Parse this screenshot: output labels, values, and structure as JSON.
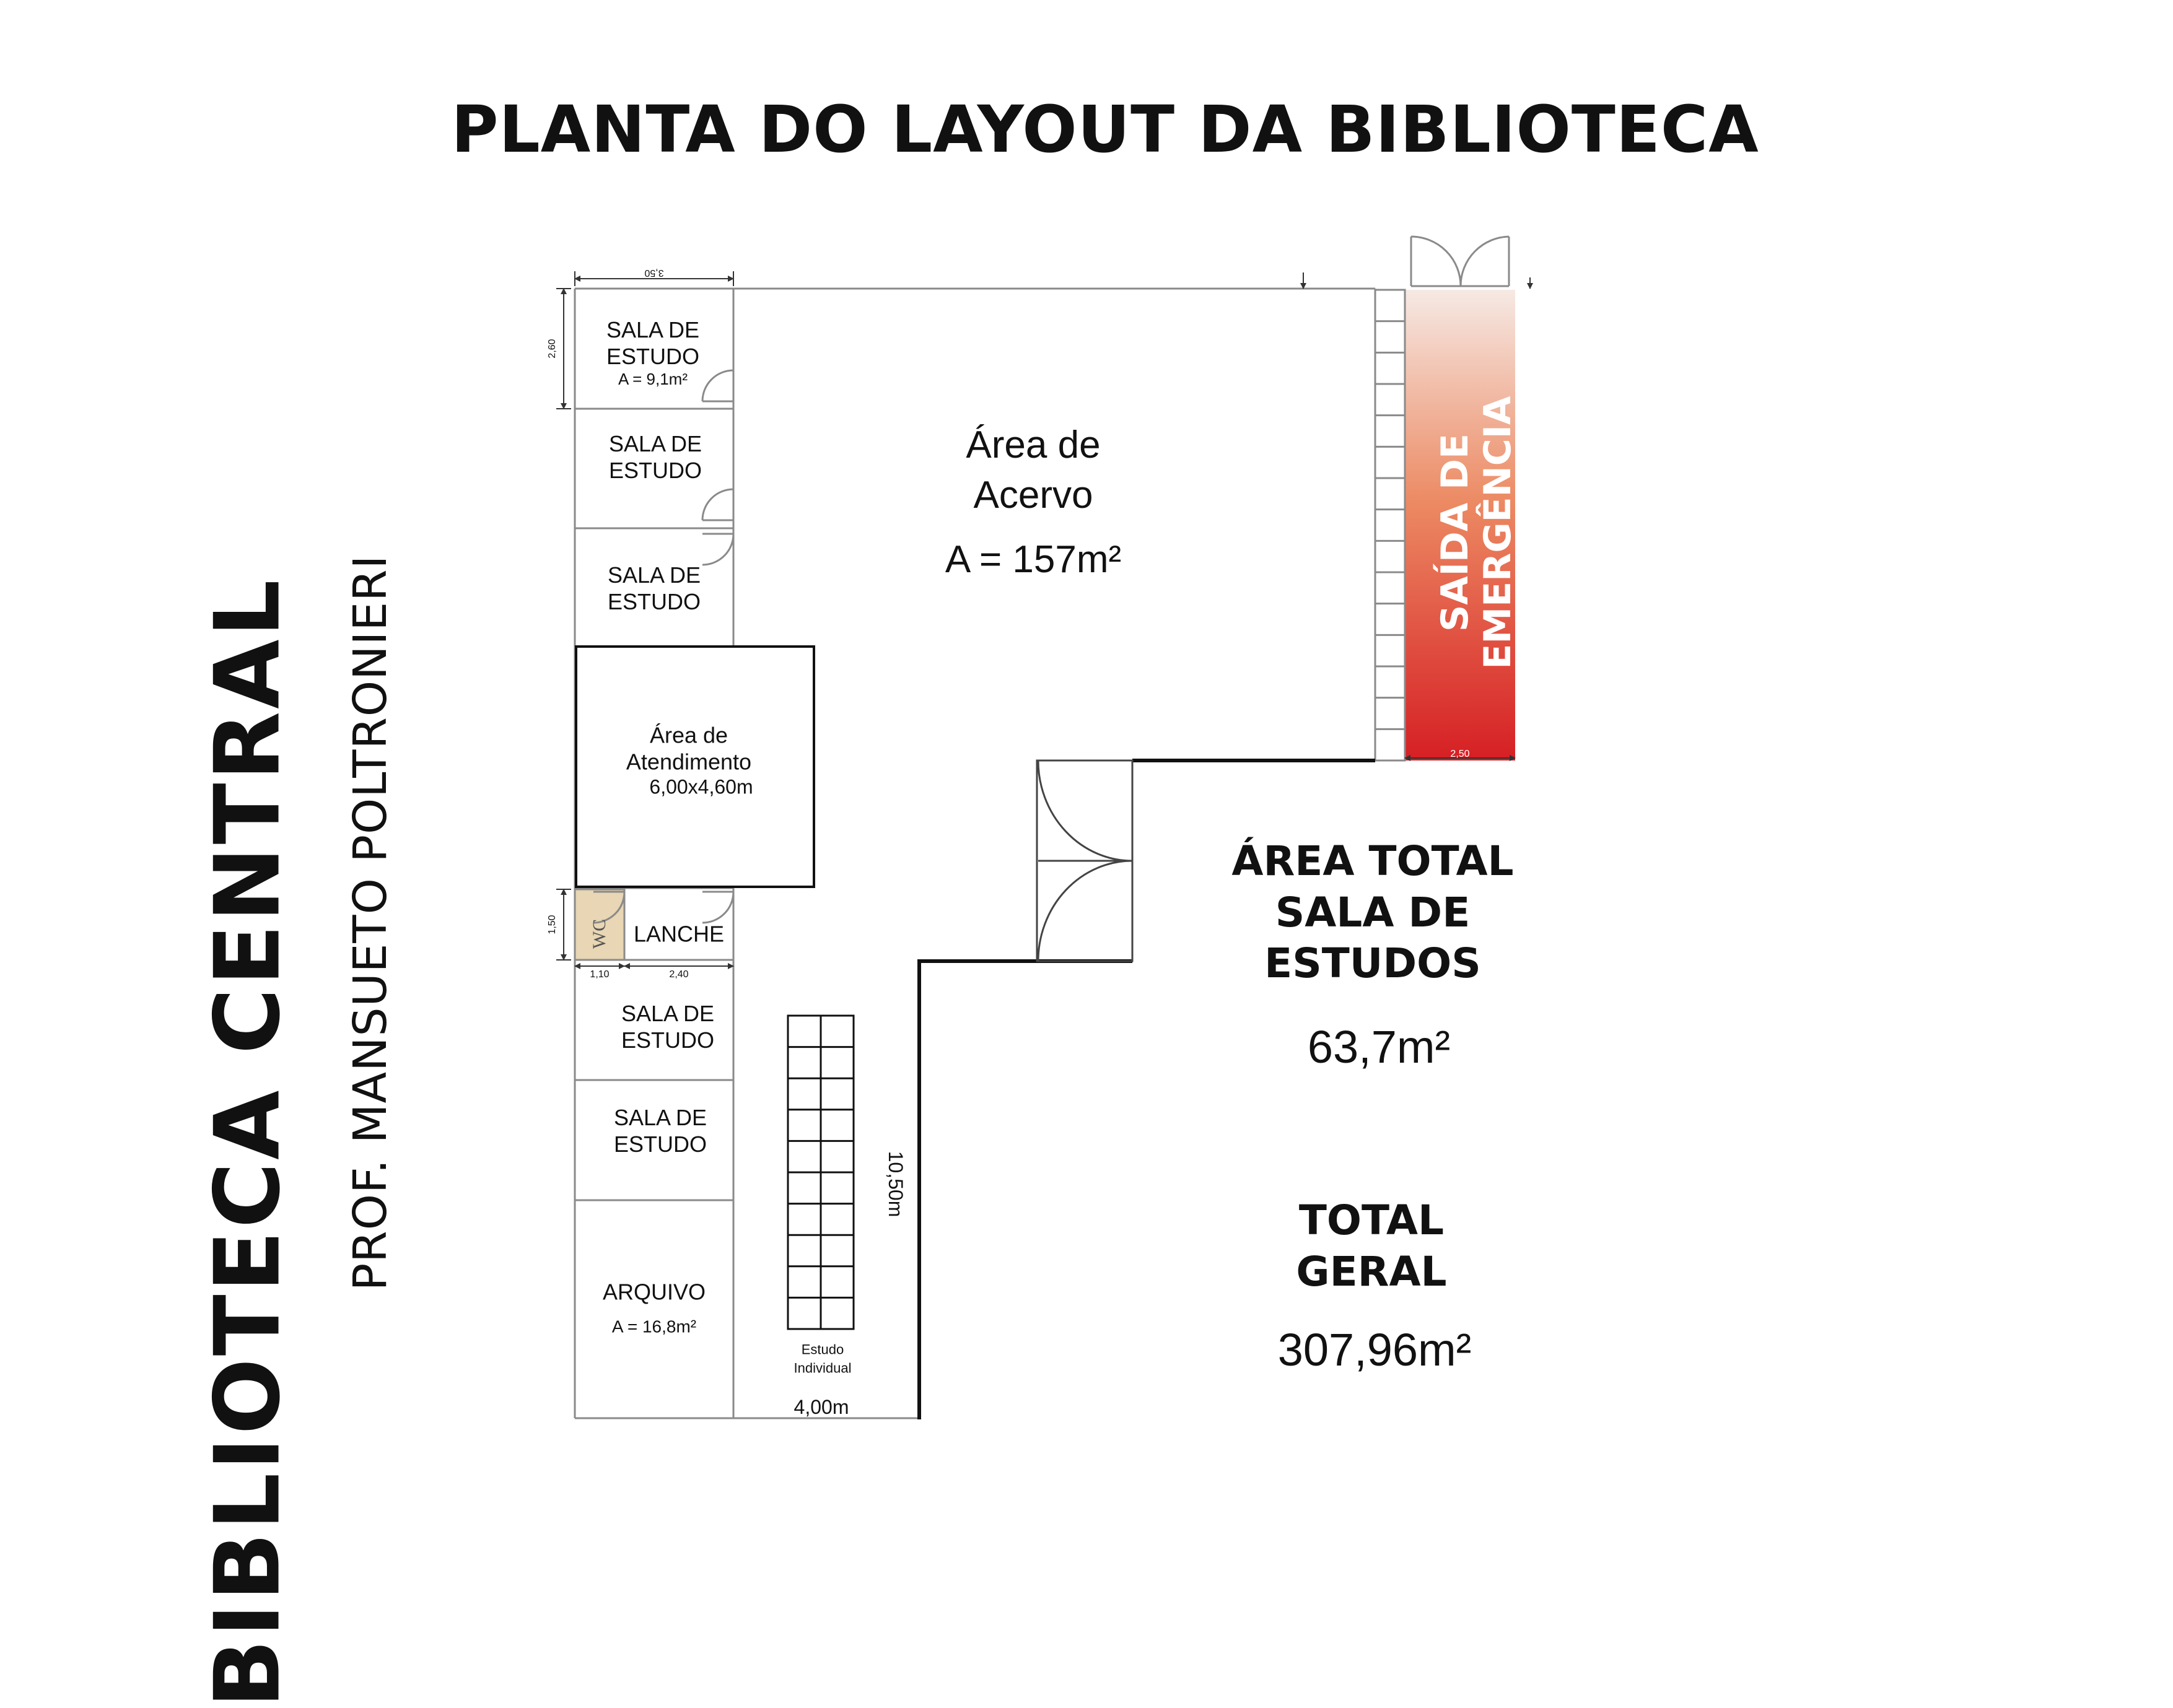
{
  "title": "PLANTA DO LAYOUT  DA BIBLIOTECA",
  "side_title": "BIBLIOTECA  CENTRAL",
  "side_subtitle": "PROF. MANSUETO POLTRONIERI",
  "rooms": {
    "study1": {
      "line1": "SALA DE",
      "line2": "ESTUDO",
      "area": "A = 9,1m²"
    },
    "study2": {
      "line1": "SALA DE",
      "line2": "ESTUDO"
    },
    "study3": {
      "line1": "SALA DE",
      "line2": "ESTUDO"
    },
    "atendimento": {
      "line1": "Área de",
      "line2": "Atendimento",
      "size": "6,00x4,60m"
    },
    "wc": "WC",
    "lanche": "LANCHE",
    "study4": {
      "line1": "SALA DE",
      "line2": "ESTUDO"
    },
    "study5": {
      "line1": "SALA DE",
      "line2": "ESTUDO"
    },
    "arquivo": {
      "name": "ARQUIVO",
      "area": "A = 16,8m²"
    },
    "estudo_individual": {
      "line1": "Estudo",
      "line2": "Individual"
    },
    "acervo": {
      "line1": "Área de",
      "line2": "Acervo",
      "area": "A = 157m²"
    }
  },
  "dimensions": {
    "top_width": "3,50",
    "study_height": "2,60",
    "wc_height": "1,50",
    "wc_width": "1,10",
    "lanche_width": "2,40",
    "bottom_width": "4,00m",
    "corridor_length": "10,50m",
    "exit_width": "2,50"
  },
  "emergency": {
    "line1": "SAÍDA DE",
    "line2": "EMERGÊNCIA"
  },
  "totals": {
    "study_heading_1": "ÁREA TOTAL",
    "study_heading_2": "SALA DE",
    "study_heading_3": "ESTUDOS",
    "study_value": "63,7m²",
    "general_heading_1": "TOTAL",
    "general_heading_2": "GERAL",
    "general_value": "307,96m²"
  },
  "colors": {
    "wall": "#111111",
    "thin_wall": "#8a8a8a",
    "wc_fill": "#e8d6b4",
    "emergency_top": "#f6e9e4",
    "emergency_mid": "#ec8a63",
    "emergency_bottom": "#d61f24"
  }
}
